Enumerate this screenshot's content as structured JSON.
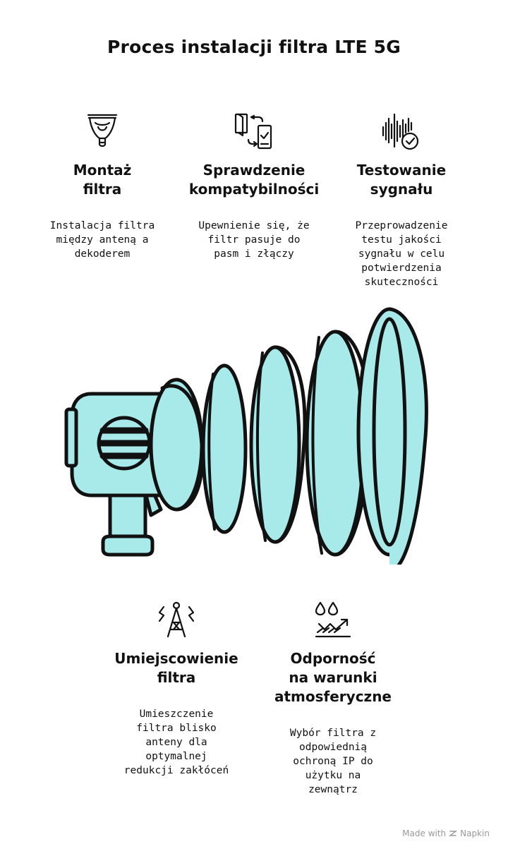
{
  "title": "Proces instalacji filtra LTE 5G",
  "steps": [
    {
      "icon": "filter-mount-icon",
      "heading": "Montaż\nfiltra",
      "description": "Instalacja filtra\nmiędzy anteną a\ndekoderem"
    },
    {
      "icon": "compatibility-check-icon",
      "heading": "Sprawdzenie\nkompatybilności",
      "description": "Upewnienie się, że\nfiltr pasuje do\npasm i złączy"
    },
    {
      "icon": "signal-test-icon",
      "heading": "Testowanie\nsygnału",
      "description": "Przeprowadzenie\ntestu jakości\nsygnału w celu\npotwierdzenia\nskuteczności"
    },
    {
      "icon": "antenna-tower-icon",
      "heading": "Umiejscowienie\nfiltra",
      "description": "Umieszczenie\nfiltra blisko\nanteny dla\noptymalnej\nredukcji zakłóceń"
    },
    {
      "icon": "weather-resistance-icon",
      "heading": "Odporność\nna warunki\natmosferyczne",
      "description": "Wybór filtra z\nodpowiednią\nochroną IP do\nużytku na\nzewnątrz"
    }
  ],
  "footer": {
    "made_with": "Made with",
    "brand": "Napkin"
  },
  "colors": {
    "coil_fill": "#a8eaea",
    "outline": "#111111",
    "footer_text": "#9a9a9a"
  }
}
